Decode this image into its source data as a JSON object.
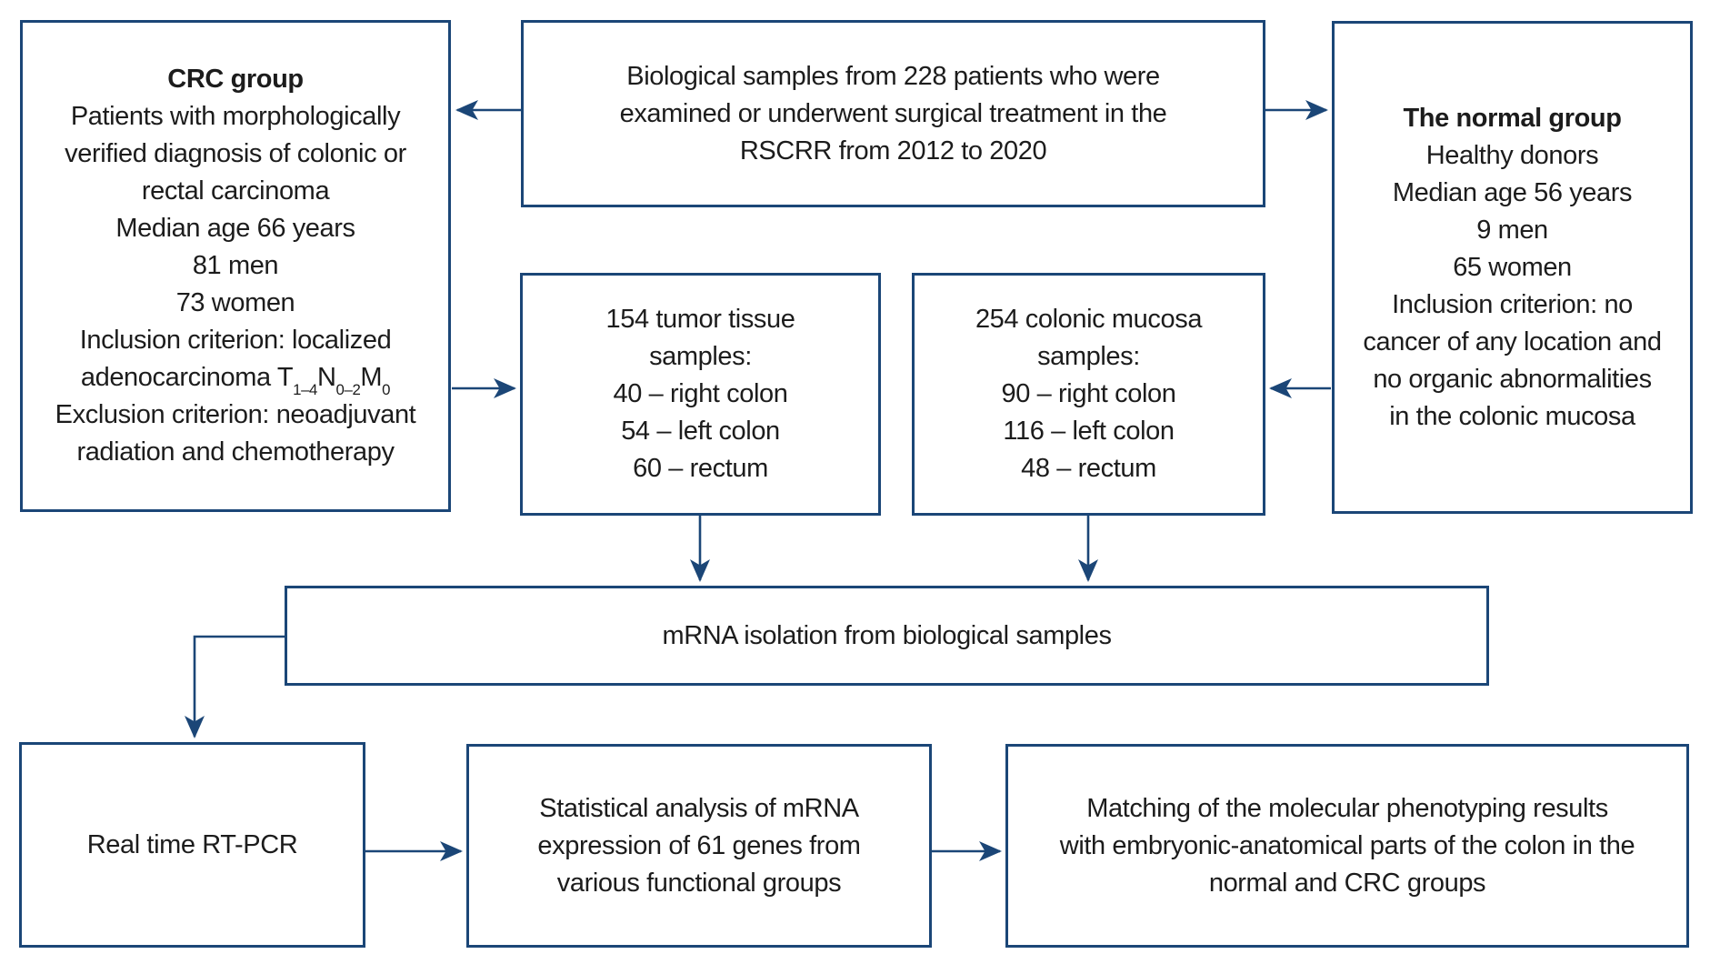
{
  "colors": {
    "line": "#1b4677",
    "text": "#1c1c1c",
    "box_fill": "#ffffff"
  },
  "boxes": {
    "crc": {
      "title": "CRC group",
      "lines": [
        "Patients with morphologically",
        "verified diagnosis of colonic or",
        "rectal carcinoma",
        "Median age 66 years",
        "81 men",
        "73 women",
        "Inclusion criterion: localized"
      ],
      "subscript_line": {
        "t1": "adenocarcinoma T",
        "s1": "1–4",
        "t2": "N",
        "s2": "0–2",
        "t3": "M",
        "s3": "0"
      },
      "tail_lines": [
        "Exclusion criterion: neoadjuvant",
        "radiation and chemotherapy"
      ]
    },
    "biological": {
      "lines": [
        "Biological samples from 228 patients who were",
        "examined or underwent surgical treatment in the",
        "RSCRR from 2012 to 2020"
      ]
    },
    "normal": {
      "title": "The normal group",
      "lines": [
        "Healthy donors",
        "Median age 56 years",
        "9 men",
        "65 women",
        "Inclusion criterion: no",
        "cancer of any location and",
        "no organic abnormalities",
        "in the colonic mucosa"
      ]
    },
    "tumor": {
      "lines": [
        "154 tumor tissue",
        "samples:",
        "40 – right colon",
        "54 – left colon",
        "60 – rectum"
      ]
    },
    "mucosa": {
      "lines": [
        "254 colonic mucosa",
        "samples:",
        "90 – right colon",
        "116 – left colon",
        "48 – rectum"
      ]
    },
    "mrna": {
      "lines": [
        "mRNA isolation from biological samples"
      ]
    },
    "rtpcr": {
      "lines": [
        "Real time RT-PCR"
      ]
    },
    "statistical": {
      "lines": [
        "Statistical analysis of mRNA",
        "expression of 61 genes from",
        "various functional groups"
      ]
    },
    "matching": {
      "lines": [
        "Matching of the molecular phenotyping results",
        "with embryonic-anatomical parts of the colon in the",
        "normal and CRC groups"
      ]
    }
  }
}
